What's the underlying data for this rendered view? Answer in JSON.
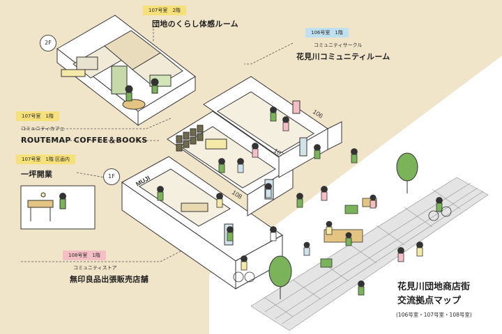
{
  "labels": {
    "room_2f": {
      "tag": "107号室　2階",
      "name": "団地のくらし体感ルーム"
    },
    "room_106": {
      "tag": "106号室　1階",
      "sub": "コミュニティサークル",
      "name": "花見川コミュニティルーム"
    },
    "room_107": {
      "tag": "107号室　1階",
      "sub": "コミュニティカフェ",
      "name": "ROUTEMAP COFFEE＆BOOKS"
    },
    "room_107_area": {
      "tag": "107号室　1階 区画内",
      "name": "一坪開業"
    },
    "room_108": {
      "tag": "108号室　1階",
      "sub": "コミュニティストア",
      "name": "無印良品出張販売店舗"
    }
  },
  "floors": {
    "upper": "2F",
    "ground": "1F"
  },
  "room_numbers": {
    "r106": "106",
    "r107": "107",
    "r108": "108"
  },
  "sign": {
    "muji": "MUJI"
  },
  "map_title": {
    "line1": "花見川団地商店街",
    "line2": "交流拠点マップ",
    "note": "(106号室・107号室・108号室)"
  },
  "colors": {
    "background": "#f1e5c9",
    "street": "#ffffff",
    "wall": "#ffffff",
    "accent_green": "#7bb35a",
    "accent_yellow": "#f6e07a",
    "accent_blue": "#bfe0ee",
    "accent_pink": "#f4bfc4"
  }
}
